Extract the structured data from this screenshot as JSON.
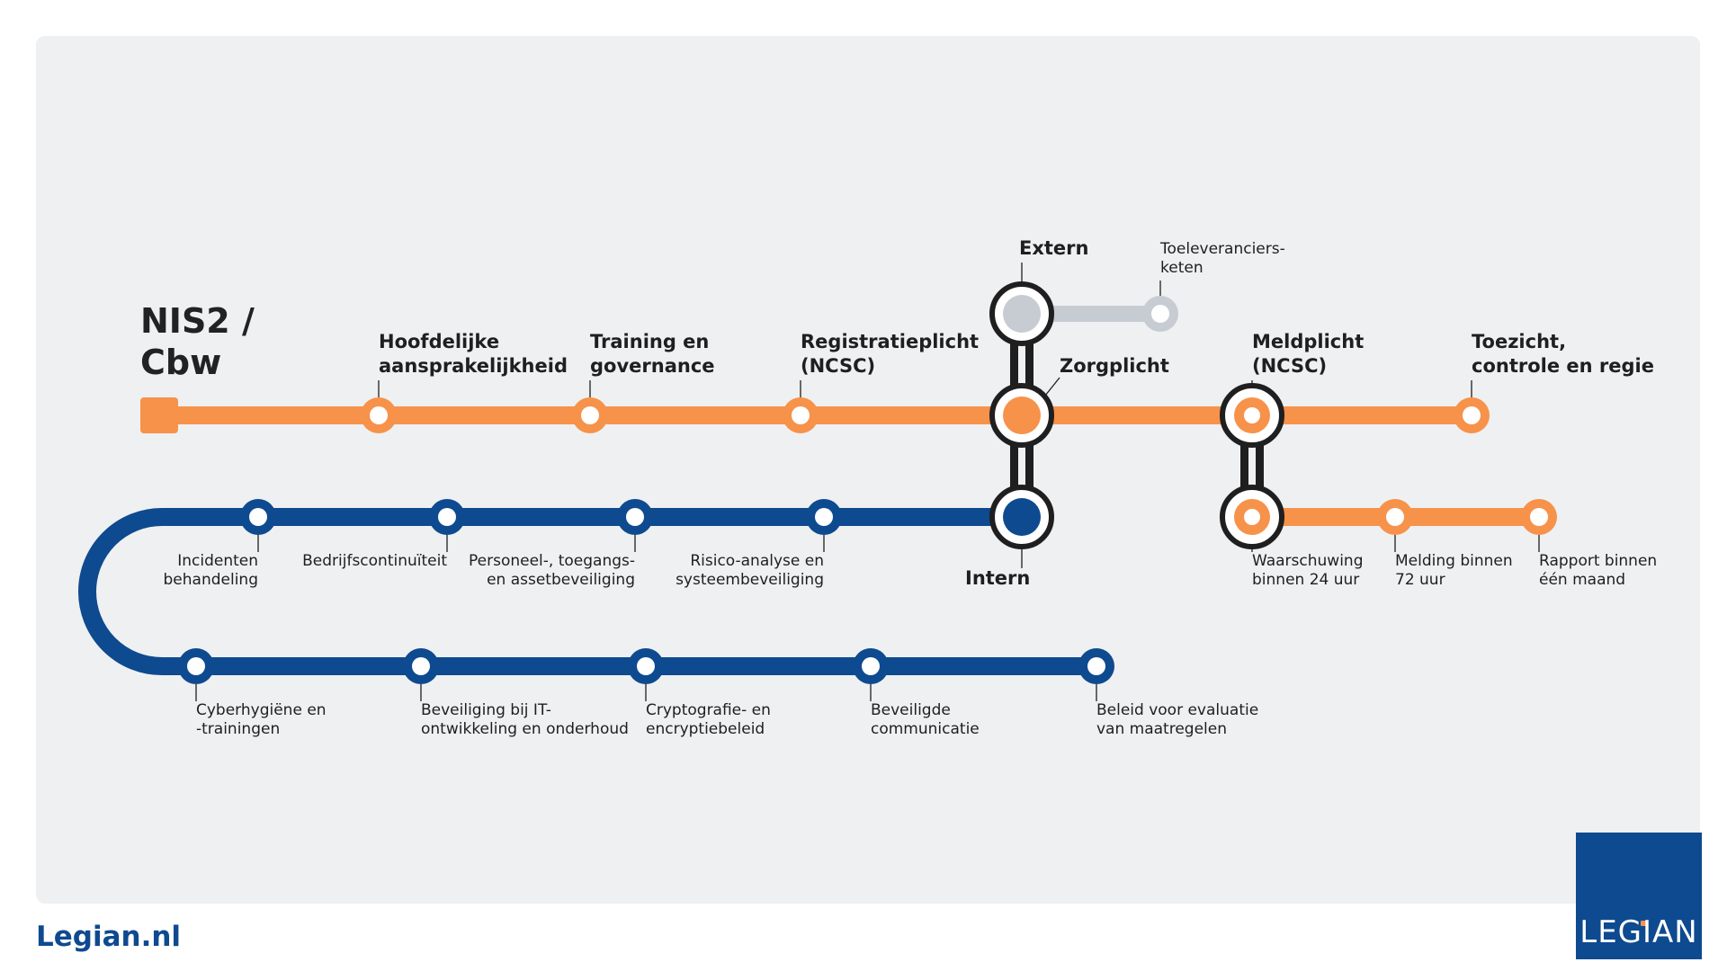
{
  "title_lines": [
    "NIS2 /",
    "Cbw"
  ],
  "brand": {
    "site": "Legian.nl",
    "logo_text": "LEGIAN"
  },
  "colors": {
    "orange": "#f7924a",
    "blue": "#0e4a8f",
    "grey": "#c7ccd2",
    "dark": "#1f1f1f",
    "panel": "#eff0f2"
  },
  "orange_line": {
    "stops": [
      {
        "label": "Hoofdelijke\naansprakelijkheid"
      },
      {
        "label": "Training en\ngovernance"
      },
      {
        "label": "Registratieplicht\n(NCSC)"
      },
      {
        "label": "Toezicht,\ncontrole en regie"
      }
    ]
  },
  "hub": {
    "top": "Extern",
    "middle": "Zorgplicht",
    "bottom": "Intern"
  },
  "extern_branch": {
    "label": "Toeleveranciers-\nketen"
  },
  "meldplicht": {
    "label": "Meldplicht\n(NCSC)",
    "stops": [
      {
        "label": "Waarschuwing\nbinnen 24 uur"
      },
      {
        "label": "Melding binnen\n72 uur"
      },
      {
        "label": "Rapport binnen\néén maand"
      }
    ]
  },
  "blue_line_upper": {
    "stops": [
      {
        "label": "Incidenten\nbehandeling"
      },
      {
        "label": "Bedrijfscontinuïteit"
      },
      {
        "label": "Personeel-, toegangs-\nen assetbeveiliging"
      },
      {
        "label": "Risico-analyse en\nsysteembeveiliging"
      }
    ]
  },
  "blue_line_lower": {
    "stops": [
      {
        "label": "Cyberhygiëne en\n-trainingen"
      },
      {
        "label": "Beveiliging bij IT-\nontwikkeling en onderhoud"
      },
      {
        "label": "Cryptografie- en\nencryptiebeleid"
      },
      {
        "label": "Beveiligde\ncommunicatie"
      },
      {
        "label": "Beleid voor evaluatie\nvan maatregelen"
      }
    ]
  }
}
